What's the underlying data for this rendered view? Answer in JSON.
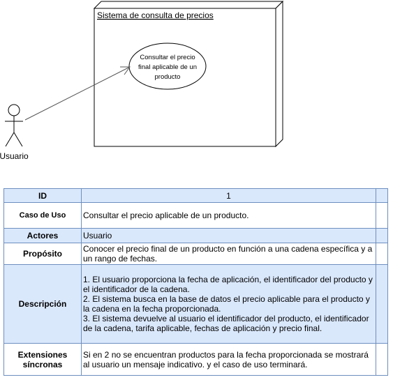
{
  "diagram": {
    "system_boundary": "Sistema de consulta de precios",
    "use_case": [
      "Consultar el precio",
      "final aplicable de un",
      "producto"
    ],
    "actor": "Usuario"
  },
  "table": {
    "id_label": "ID",
    "id_value": "1",
    "rows": [
      {
        "label": "Caso de Uso",
        "value": [
          "Consultar el precio aplicable de un producto."
        ]
      },
      {
        "label": "Actores",
        "value": [
          "Usuario"
        ]
      },
      {
        "label": "Propósito",
        "value": [
          "Conocer el precio final de un producto en función a una cadena específica y a",
          "un rango de fechas."
        ]
      },
      {
        "label": "Descripción",
        "value": [
          "1. El usuario proporciona la fecha de aplicación, el identificador del producto y",
          "el identificador de la cadena.",
          "2. El sistema busca en la base de datos el precio aplicable para el producto y",
          "la cadena en la fecha proporcionada.",
          "3. El sistema devuelve al usuario el identificador del producto, el identificador",
          "de la cadena, tarifa aplicable, fechas de aplicación y precio final."
        ]
      },
      {
        "label_lines": [
          "Extensiones",
          "síncronas"
        ],
        "value": [
          "Si en 2 no se encuentran productos para la fecha proporcionada se mostrará",
          "al usuario un mensaje indicativo. y el caso de uso terminará."
        ]
      }
    ]
  }
}
